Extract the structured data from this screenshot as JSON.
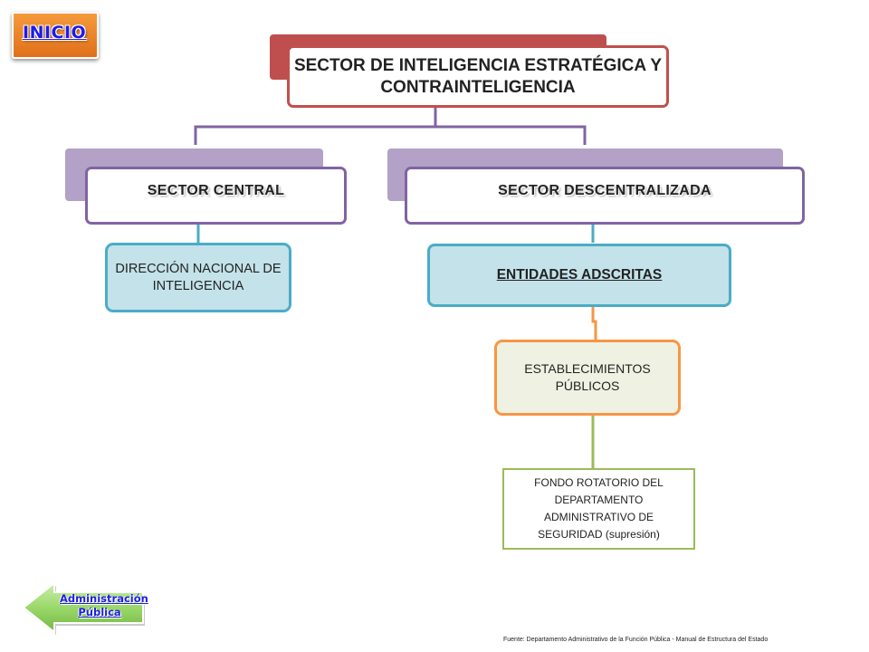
{
  "nav": {
    "inicio_label": "INICIO",
    "admin_label_line1": "Administración",
    "admin_label_line2": "Pública"
  },
  "chart": {
    "root": "SECTOR DE INTELIGENCIA ESTRATÉGICA Y CONTRAINTELIGENCIA",
    "central": "SECTOR  CENTRAL",
    "descentralizada": "SECTOR   DESCENTRALIZADA",
    "direccion": "DIRECCIÓN NACIONAL DE INTELIGENCIA",
    "entidades": "ENTIDADES ADSCRITAS",
    "establecimientos": "ESTABLECIMIENTOS PÚBLICOS",
    "fondo": "FONDO ROTATORIO DEL DEPARTAMENTO ADMINISTRATIVO DE SEGURIDAD  (supresión)"
  },
  "footer": {
    "source": "Fuente: Departamento Administrativo  de la Función Pública - Manual de Estructura del Estado"
  },
  "colors": {
    "root_border": "#c0504d",
    "sector_border": "#8064a2",
    "blue_border": "#4bacc6",
    "orange_border": "#f79646",
    "green_border": "#9bbb59",
    "inicio_bg": "#f08a2c",
    "arrow_fill": "#9bd86a"
  },
  "icons": {
    "back_arrow": "left-arrow-icon"
  }
}
